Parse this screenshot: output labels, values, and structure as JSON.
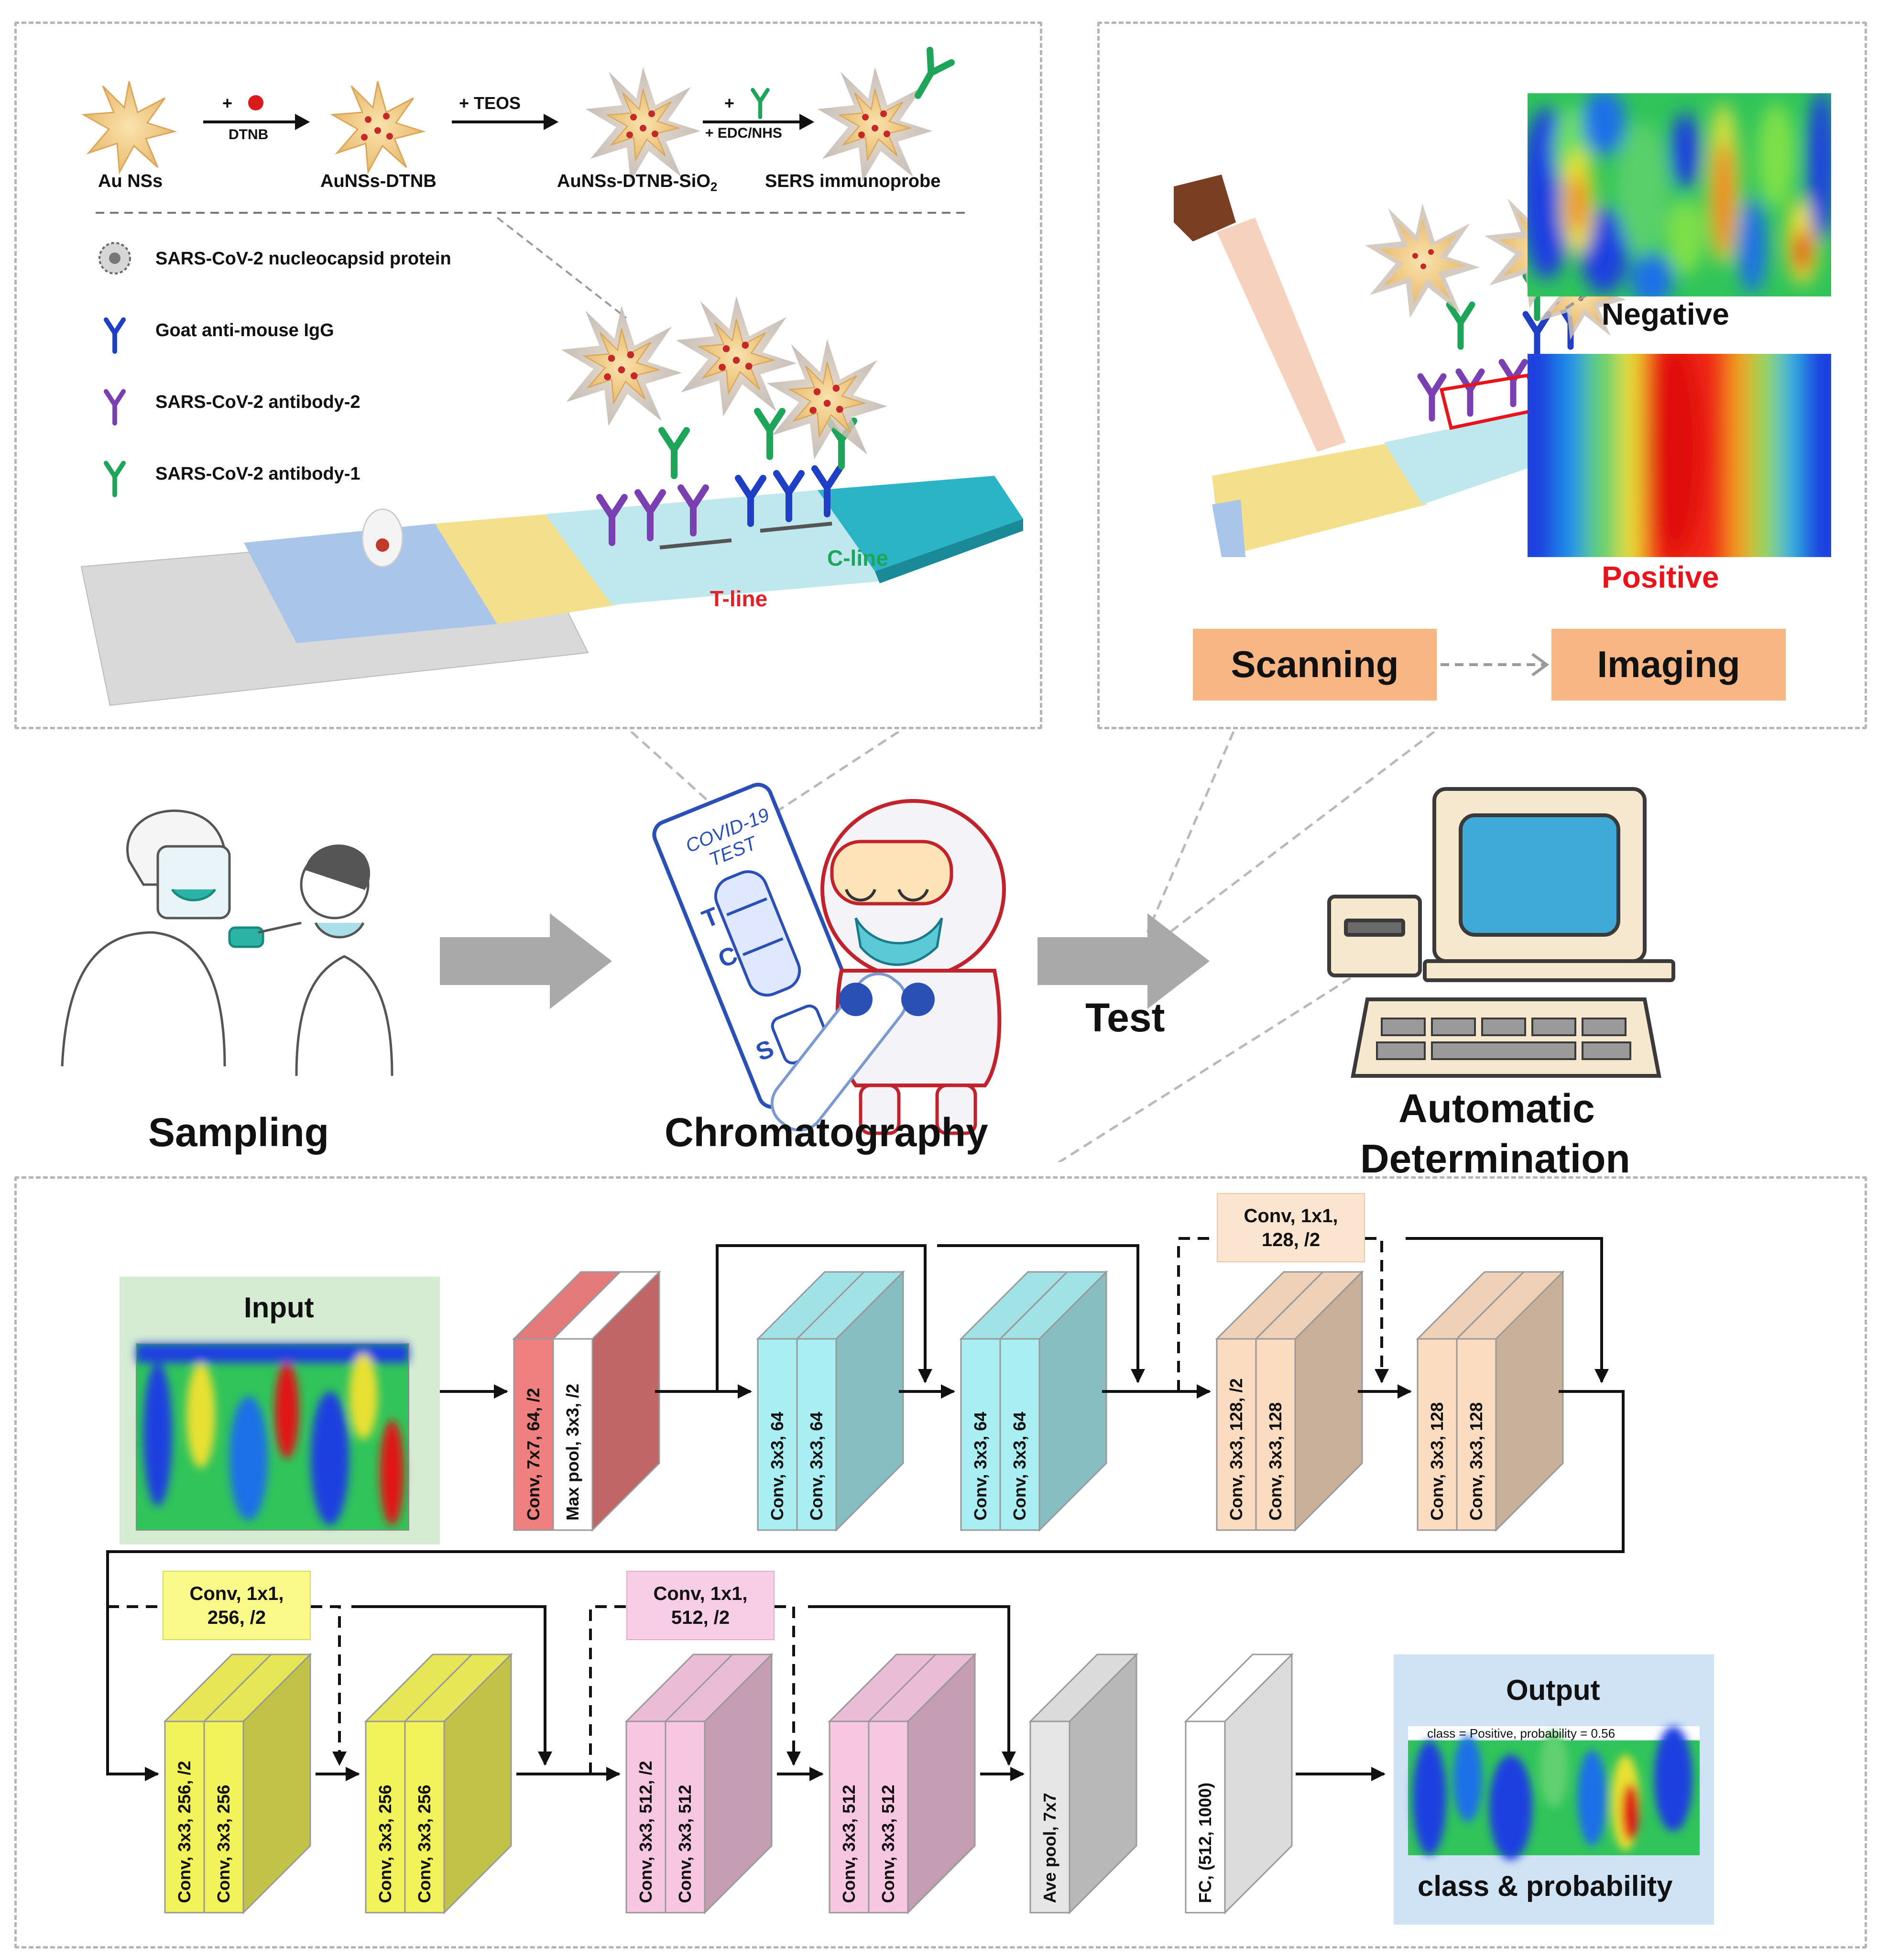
{
  "probe_synthesis": {
    "steps": [
      "Au NSs",
      "AuNSs-DTNB",
      "AuNSs-DTNB-SiO2",
      "SERS immunoprobe"
    ],
    "step3_prefix": "AuNSs-DTNB-SiO",
    "step3_subscript": "2",
    "arrow1_top": "+",
    "arrow1_bottom": "DTNB",
    "arrow2_top": "+ TEOS",
    "arrow3_top": "+",
    "arrow3_bottom": "+ EDC/NHS"
  },
  "legend": [
    {
      "label": "SARS-CoV-2 nucleocapsid protein",
      "icon": "virus-protein-icon",
      "color": "#777777"
    },
    {
      "label": "Goat anti-mouse IgG",
      "icon": "antibody-icon",
      "color": "#1f3fc4"
    },
    {
      "label": "SARS-CoV-2 antibody-2",
      "icon": "antibody-icon",
      "color": "#7a3fb0"
    },
    {
      "label": "SARS-CoV-2 antibody-1",
      "icon": "antibody-icon",
      "color": "#1fa55a"
    }
  ],
  "strip": {
    "t_line": "T-line",
    "c_line": "C-line"
  },
  "imaging": {
    "negative": "Negative",
    "positive": "Positive",
    "scanning": "Scanning",
    "imaging": "Imaging",
    "box_color": "#f8b684",
    "positive_color": "#e8141c"
  },
  "workflow": {
    "sampling": "Sampling",
    "chromatography": "Chromatography",
    "test": "Test",
    "automatic": "Automatic",
    "determination": "Determination",
    "kit_line1": "COVID-19",
    "kit_line2": "TEST",
    "kit_t": "T",
    "kit_c": "C",
    "kit_s": "S"
  },
  "resnet": {
    "input": "Input",
    "output": "Output",
    "output_caption": "class = Positive, probability = 0.56",
    "output_sub": "class & probability",
    "blocks": [
      {
        "l1": "Conv, 7x7, 64, /2",
        "l2": "Max pool, 3x3, /2",
        "color": "#f08080"
      },
      {
        "l1": "Conv, 3x3, 64",
        "l2": "Conv, 3x3, 64",
        "color": "#a8eef2"
      },
      {
        "l1": "Conv, 3x3, 64",
        "l2": "Conv, 3x3, 64",
        "color": "#a8eef2"
      },
      {
        "l1": "Conv, 3x3, 128, /2",
        "l2": "Conv, 3x3, 128",
        "color": "#fbdcc0"
      },
      {
        "l1": "Conv, 3x3, 128",
        "l2": "Conv, 3x3, 128",
        "color": "#fbdcc0"
      },
      {
        "l1": "Conv, 3x3, 256, /2",
        "l2": "Conv, 3x3, 256",
        "color": "#f2f25a"
      },
      {
        "l1": "Conv, 3x3, 256",
        "l2": "Conv, 3x3, 256",
        "color": "#f2f25a"
      },
      {
        "l1": "Conv, 3x3, 512, /2",
        "l2": "Conv, 3x3, 512",
        "color": "#f7c6e0"
      },
      {
        "l1": "Conv, 3x3, 512",
        "l2": "Conv, 3x3, 512",
        "color": "#f7c6e0"
      },
      {
        "l1": "Ave pool, 7x7",
        "color": "#e6e6e6"
      },
      {
        "l1": "FC, (512, 1000)",
        "color": "#ffffff"
      }
    ],
    "shortcuts": [
      {
        "text": "Conv, 1x1,\n128, /2",
        "color": "#fbe5d0"
      },
      {
        "text": "Conv, 1x1,\n256, /2",
        "color": "#fafa8a"
      },
      {
        "text": "Conv, 1x1,\n512, /2",
        "color": "#f8cde6"
      }
    ]
  }
}
